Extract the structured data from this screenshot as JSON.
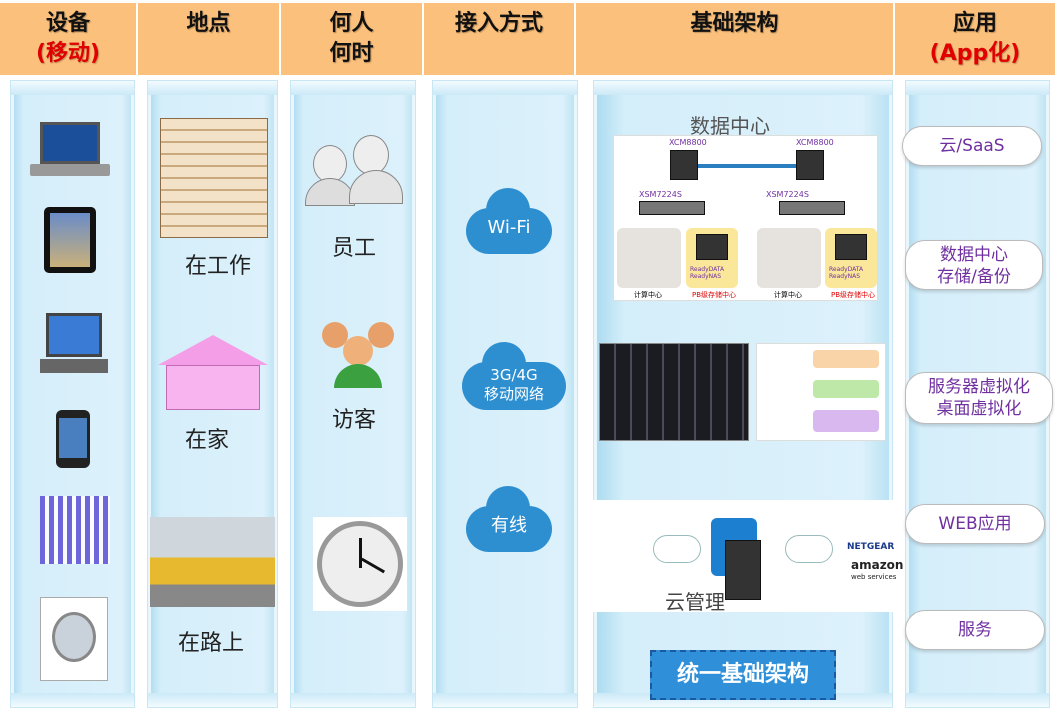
{
  "headers": [
    {
      "line1": "设备",
      "line2": "(移动)"
    },
    {
      "line1": "地点"
    },
    {
      "line1": "何人",
      "line2": "何时"
    },
    {
      "line1": "接入方式"
    },
    {
      "line1": "基础架构"
    },
    {
      "line1": "应用",
      "line2": "(App化)"
    }
  ],
  "devices": [
    "laptop-icon",
    "tablet-icon",
    "windows-laptop-icon",
    "smartphone-icon",
    "qr-code-icon",
    "rfid-tag-icon"
  ],
  "places": [
    "在工作",
    "在家",
    "在路上"
  ],
  "who": [
    "员工",
    "访客"
  ],
  "access": [
    "Wi-Fi",
    "3G/4G",
    "移动网络",
    "有线"
  ],
  "infra": {
    "datacenter_title": "数据中心",
    "core_switch": "XCM8800",
    "agg_switch": "XSM7224S",
    "compute": "计算中心",
    "storage": "PB级存储中心",
    "nas": "ReadyDATA ReadyNAS",
    "cloud_mgmt": "云管理",
    "brand1": "NETGEAR",
    "brand2": "amazon",
    "brand2_sub": "web services",
    "unified": "统一基础架构"
  },
  "apps": [
    "云/SaaS",
    "数据中心",
    "存储/备份",
    "服务器虚拟化",
    "桌面虚拟化",
    "WEB应用",
    "服务"
  ]
}
